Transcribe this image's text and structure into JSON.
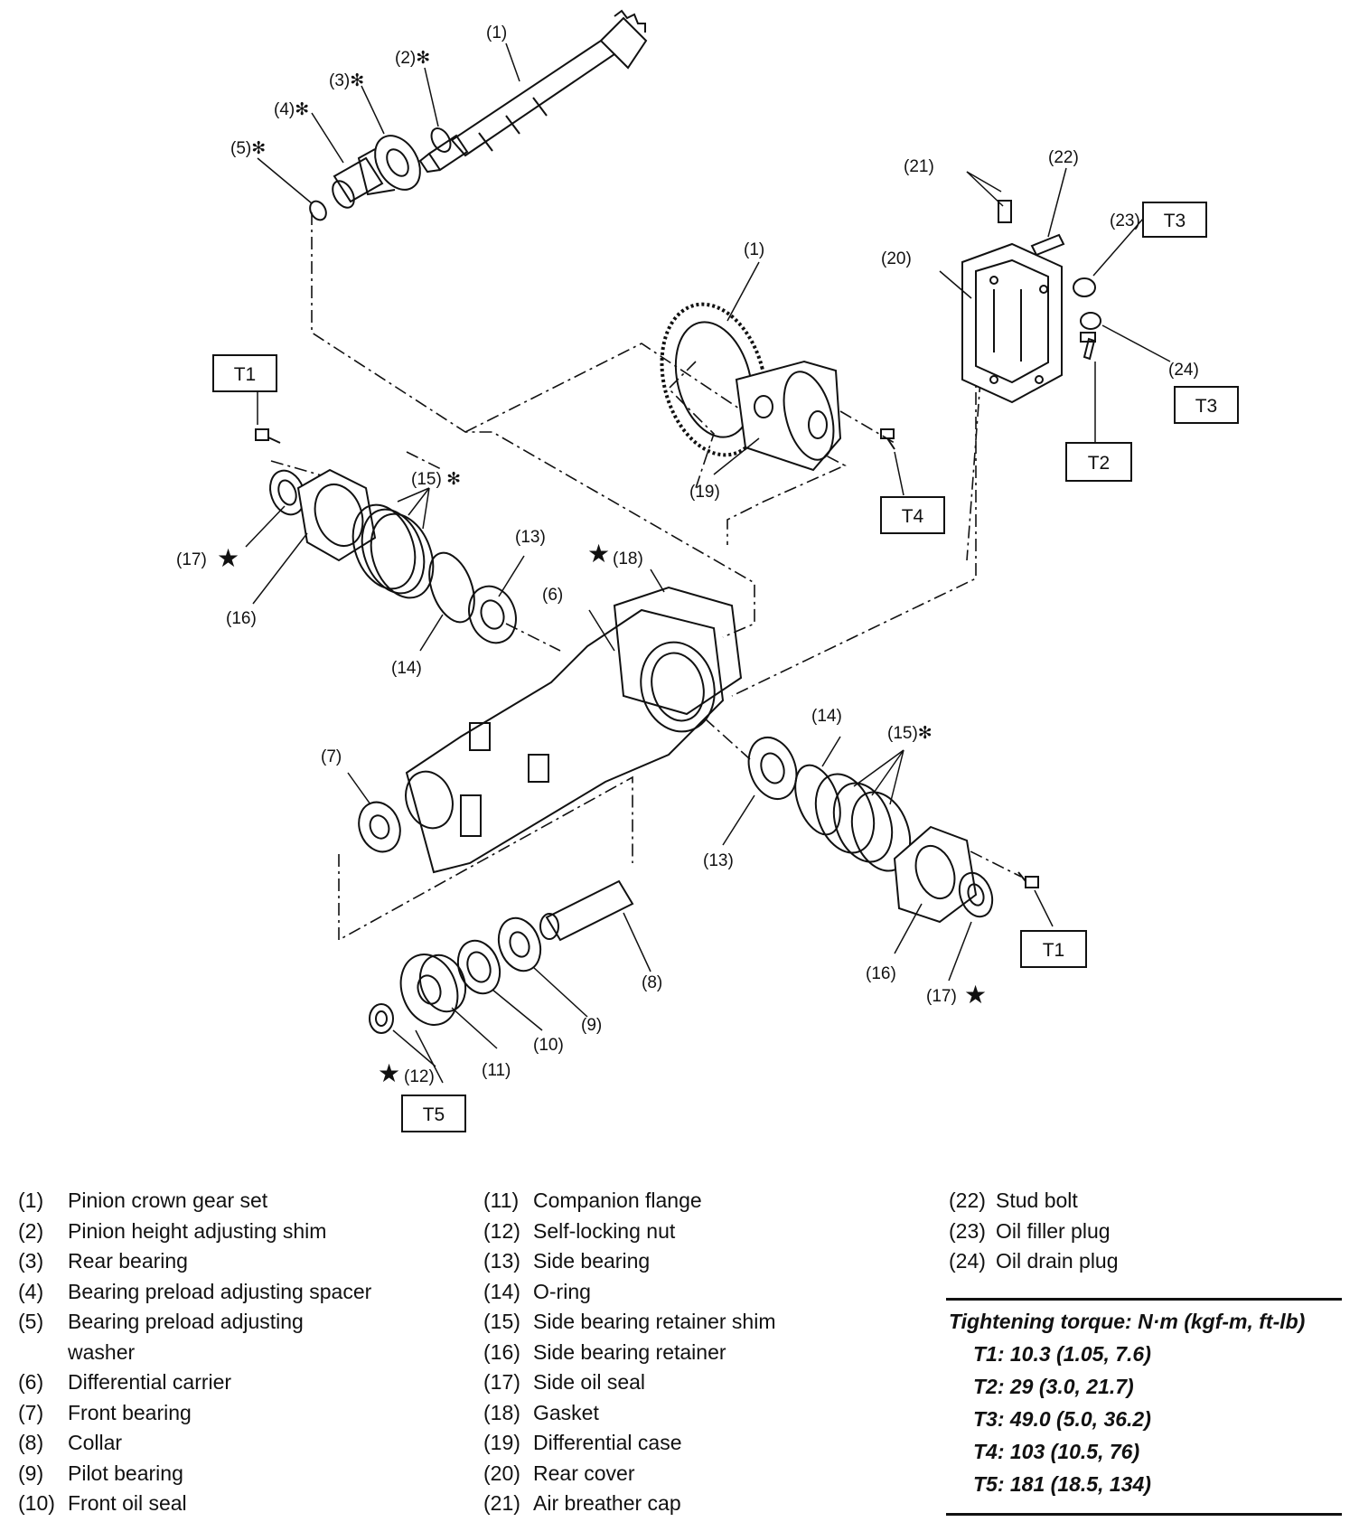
{
  "diagram": {
    "callouts": {
      "c1a": "(1)",
      "c2": "(2)✻",
      "c3": "(3)✻",
      "c4": "(4)✻",
      "c5": "(5)✻",
      "c21": "(21)",
      "c22": "(22)",
      "c23": "(23)",
      "c20": "(20)",
      "c24": "(24)",
      "c1b": "(1)",
      "c19": "(19)",
      "c15a": "(15) ✻",
      "c17a": "(17)",
      "c16a": "(16)",
      "c13a": "(13)",
      "c18": "(18)",
      "c6": "(6)",
      "c14a": "(14)",
      "c7": "(7)",
      "c14b": "(14)",
      "c15b": "(15)✻",
      "c13b": "(13)",
      "c16b": "(16)",
      "c17b": "(17)",
      "c8": "(8)",
      "c9": "(9)",
      "c10": "(10)",
      "c11": "(11)",
      "c12": "(12)"
    },
    "torque_tags": {
      "t1_top": "T1",
      "t3_upper": "T3",
      "t3_lower": "T3",
      "t2": "T2",
      "t4": "T4",
      "t1_bottom": "T1",
      "t5": "T5"
    }
  },
  "legend": {
    "col1": [
      {
        "num": "(1)",
        "label": "Pinion crown gear set"
      },
      {
        "num": "(2)",
        "label": "Pinion height adjusting shim"
      },
      {
        "num": "(3)",
        "label": "Rear bearing"
      },
      {
        "num": "(4)",
        "label": "Bearing preload adjusting spacer"
      },
      {
        "num": "(5)",
        "label": "Bearing preload adjusting",
        "cont": "washer"
      },
      {
        "num": "(6)",
        "label": "Differential carrier"
      },
      {
        "num": "(7)",
        "label": "Front bearing"
      },
      {
        "num": "(8)",
        "label": "Collar"
      },
      {
        "num": "(9)",
        "label": "Pilot bearing"
      },
      {
        "num": "(10)",
        "label": "Front oil seal"
      }
    ],
    "col2": [
      {
        "num": "(11)",
        "label": "Companion flange"
      },
      {
        "num": "(12)",
        "label": "Self-locking nut"
      },
      {
        "num": "(13)",
        "label": "Side bearing"
      },
      {
        "num": "(14)",
        "label": "O-ring"
      },
      {
        "num": "(15)",
        "label": "Side bearing retainer shim"
      },
      {
        "num": "(16)",
        "label": "Side bearing retainer"
      },
      {
        "num": "(17)",
        "label": "Side oil seal"
      },
      {
        "num": "(18)",
        "label": "Gasket"
      },
      {
        "num": "(19)",
        "label": "Differential case"
      },
      {
        "num": "(20)",
        "label": "Rear cover"
      },
      {
        "num": "(21)",
        "label": "Air breather cap"
      }
    ],
    "col3": [
      {
        "num": "(22)",
        "label": "Stud bolt"
      },
      {
        "num": "(23)",
        "label": "Oil filler plug"
      },
      {
        "num": "(24)",
        "label": "Oil drain plug"
      }
    ]
  },
  "torque": {
    "title": "Tightening torque: N·m (kgf-m, ft-lb)",
    "rows": [
      "T1: 10.3 (1.05, 7.6)",
      "T2: 29 (3.0, 21.7)",
      "T3: 49.0 (5.0, 36.2)",
      "T4: 103 (10.5, 76)",
      "T5: 181 (18.5, 134)"
    ]
  }
}
